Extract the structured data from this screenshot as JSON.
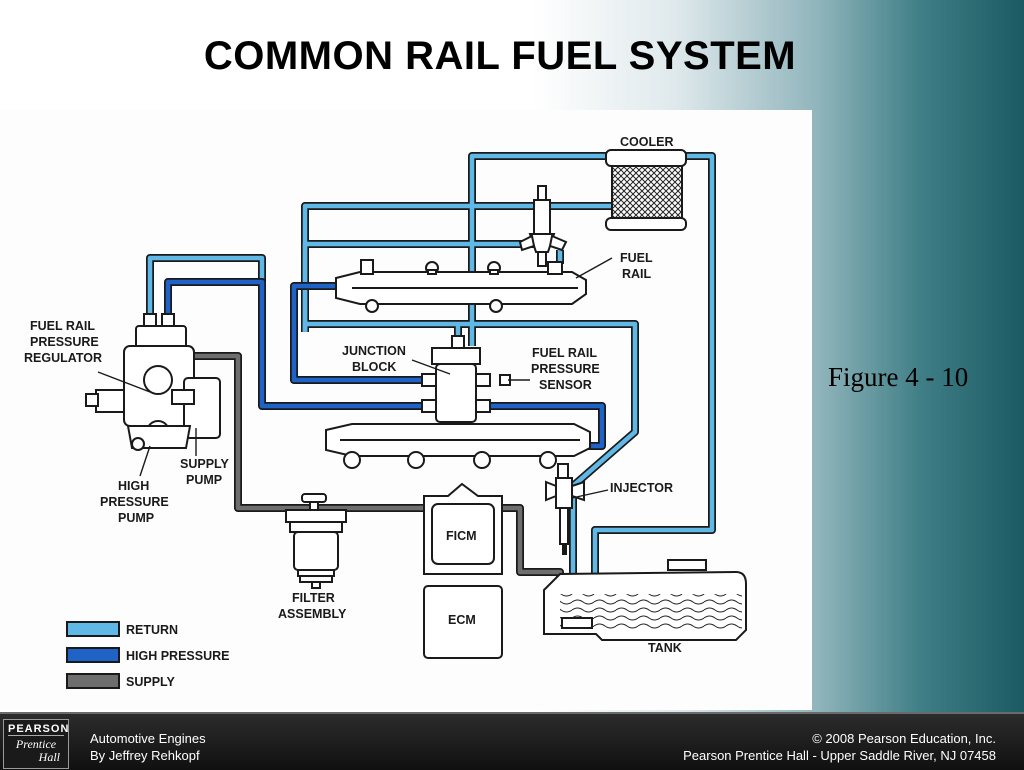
{
  "title": "COMMON RAIL FUEL SYSTEM",
  "figure_caption": "Figure 4 - 10",
  "diagram": {
    "cooler": "COOLER",
    "fuel_rail": [
      "FUEL",
      "RAIL"
    ],
    "junction_block": [
      "JUNCTION",
      "BLOCK"
    ],
    "fuel_rail_pressure_sensor": [
      "FUEL RAIL",
      "PRESSURE",
      "SENSOR"
    ],
    "fuel_rail_pressure_regulator": [
      "FUEL RAIL",
      "PRESSURE",
      "REGULATOR"
    ],
    "supply_pump": [
      "SUPPLY",
      "PUMP"
    ],
    "high_pressure_pump": [
      "HIGH",
      "PRESSURE",
      "PUMP"
    ],
    "injector": "INJECTOR",
    "ficm": "FICM",
    "ecm": "ECM",
    "filter_assembly": [
      "FILTER",
      "ASSEMBLY"
    ],
    "tank": "TANK"
  },
  "legend": [
    {
      "label": "RETURN",
      "color": "#5fb8e6"
    },
    {
      "label": "HIGH PRESSURE",
      "color": "#1f63c7"
    },
    {
      "label": "SUPPLY",
      "color": "#6e6e6e"
    }
  ],
  "footer": {
    "logo": {
      "line1": "PEARSON",
      "line2": "Prentice",
      "line3": "Hall"
    },
    "left_line1": "Automotive Engines",
    "left_line2": "By Jeffrey Rehkopf",
    "right_line1": "© 2008 Pearson Education, Inc.",
    "right_line2": "Pearson Prentice Hall - Upper Saddle River, NJ 07458"
  }
}
